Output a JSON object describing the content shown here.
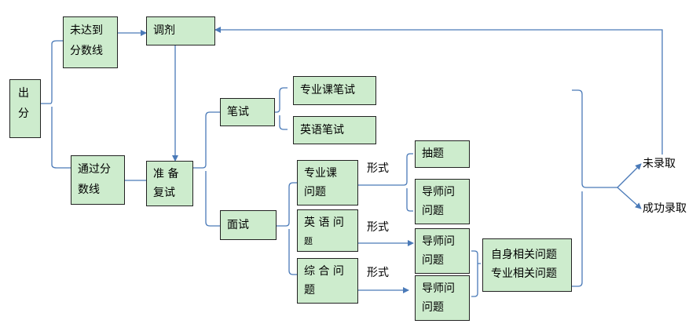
{
  "colors": {
    "box_fill": "#cdeccd",
    "box_border": "#222222",
    "connector": "#4a7ab8"
  },
  "nodes": {
    "score": {
      "lines": [
        "出",
        "分"
      ]
    },
    "below_line": {
      "lines": [
        "未达到",
        "分数线"
      ]
    },
    "adjust": {
      "lines": [
        "调剂"
      ]
    },
    "above_line": {
      "lines": [
        "通过分",
        "数线"
      ]
    },
    "prepare": {
      "lines": [
        "准 备",
        "复试"
      ]
    },
    "written": {
      "lines": [
        "笔试"
      ]
    },
    "major_written": {
      "lines": [
        "专业课笔试"
      ]
    },
    "english_written": {
      "lines": [
        "英语笔试"
      ]
    },
    "interview": {
      "lines": [
        "面试"
      ]
    },
    "major_q": {
      "lines": [
        "专业课",
        "问题"
      ]
    },
    "english_q": {
      "lines": [
        "英 语 问",
        "题"
      ]
    },
    "general_q": {
      "lines": [
        "综 合 问",
        "题"
      ]
    },
    "draw": {
      "lines": [
        "抽题"
      ]
    },
    "advisor_q1": {
      "lines": [
        "导师问",
        "问题"
      ]
    },
    "advisor_q2": {
      "lines": [
        "导师问",
        "问题"
      ]
    },
    "advisor_q3": {
      "lines": [
        "导师问",
        "问题"
      ]
    },
    "self_major": {
      "lines": [
        "自身相关问题",
        "专业相关问题"
      ]
    }
  },
  "labels": {
    "form1": "形式",
    "form2": "形式",
    "form3": "形式",
    "not_admitted": "未录取",
    "admitted": "成功录取"
  }
}
